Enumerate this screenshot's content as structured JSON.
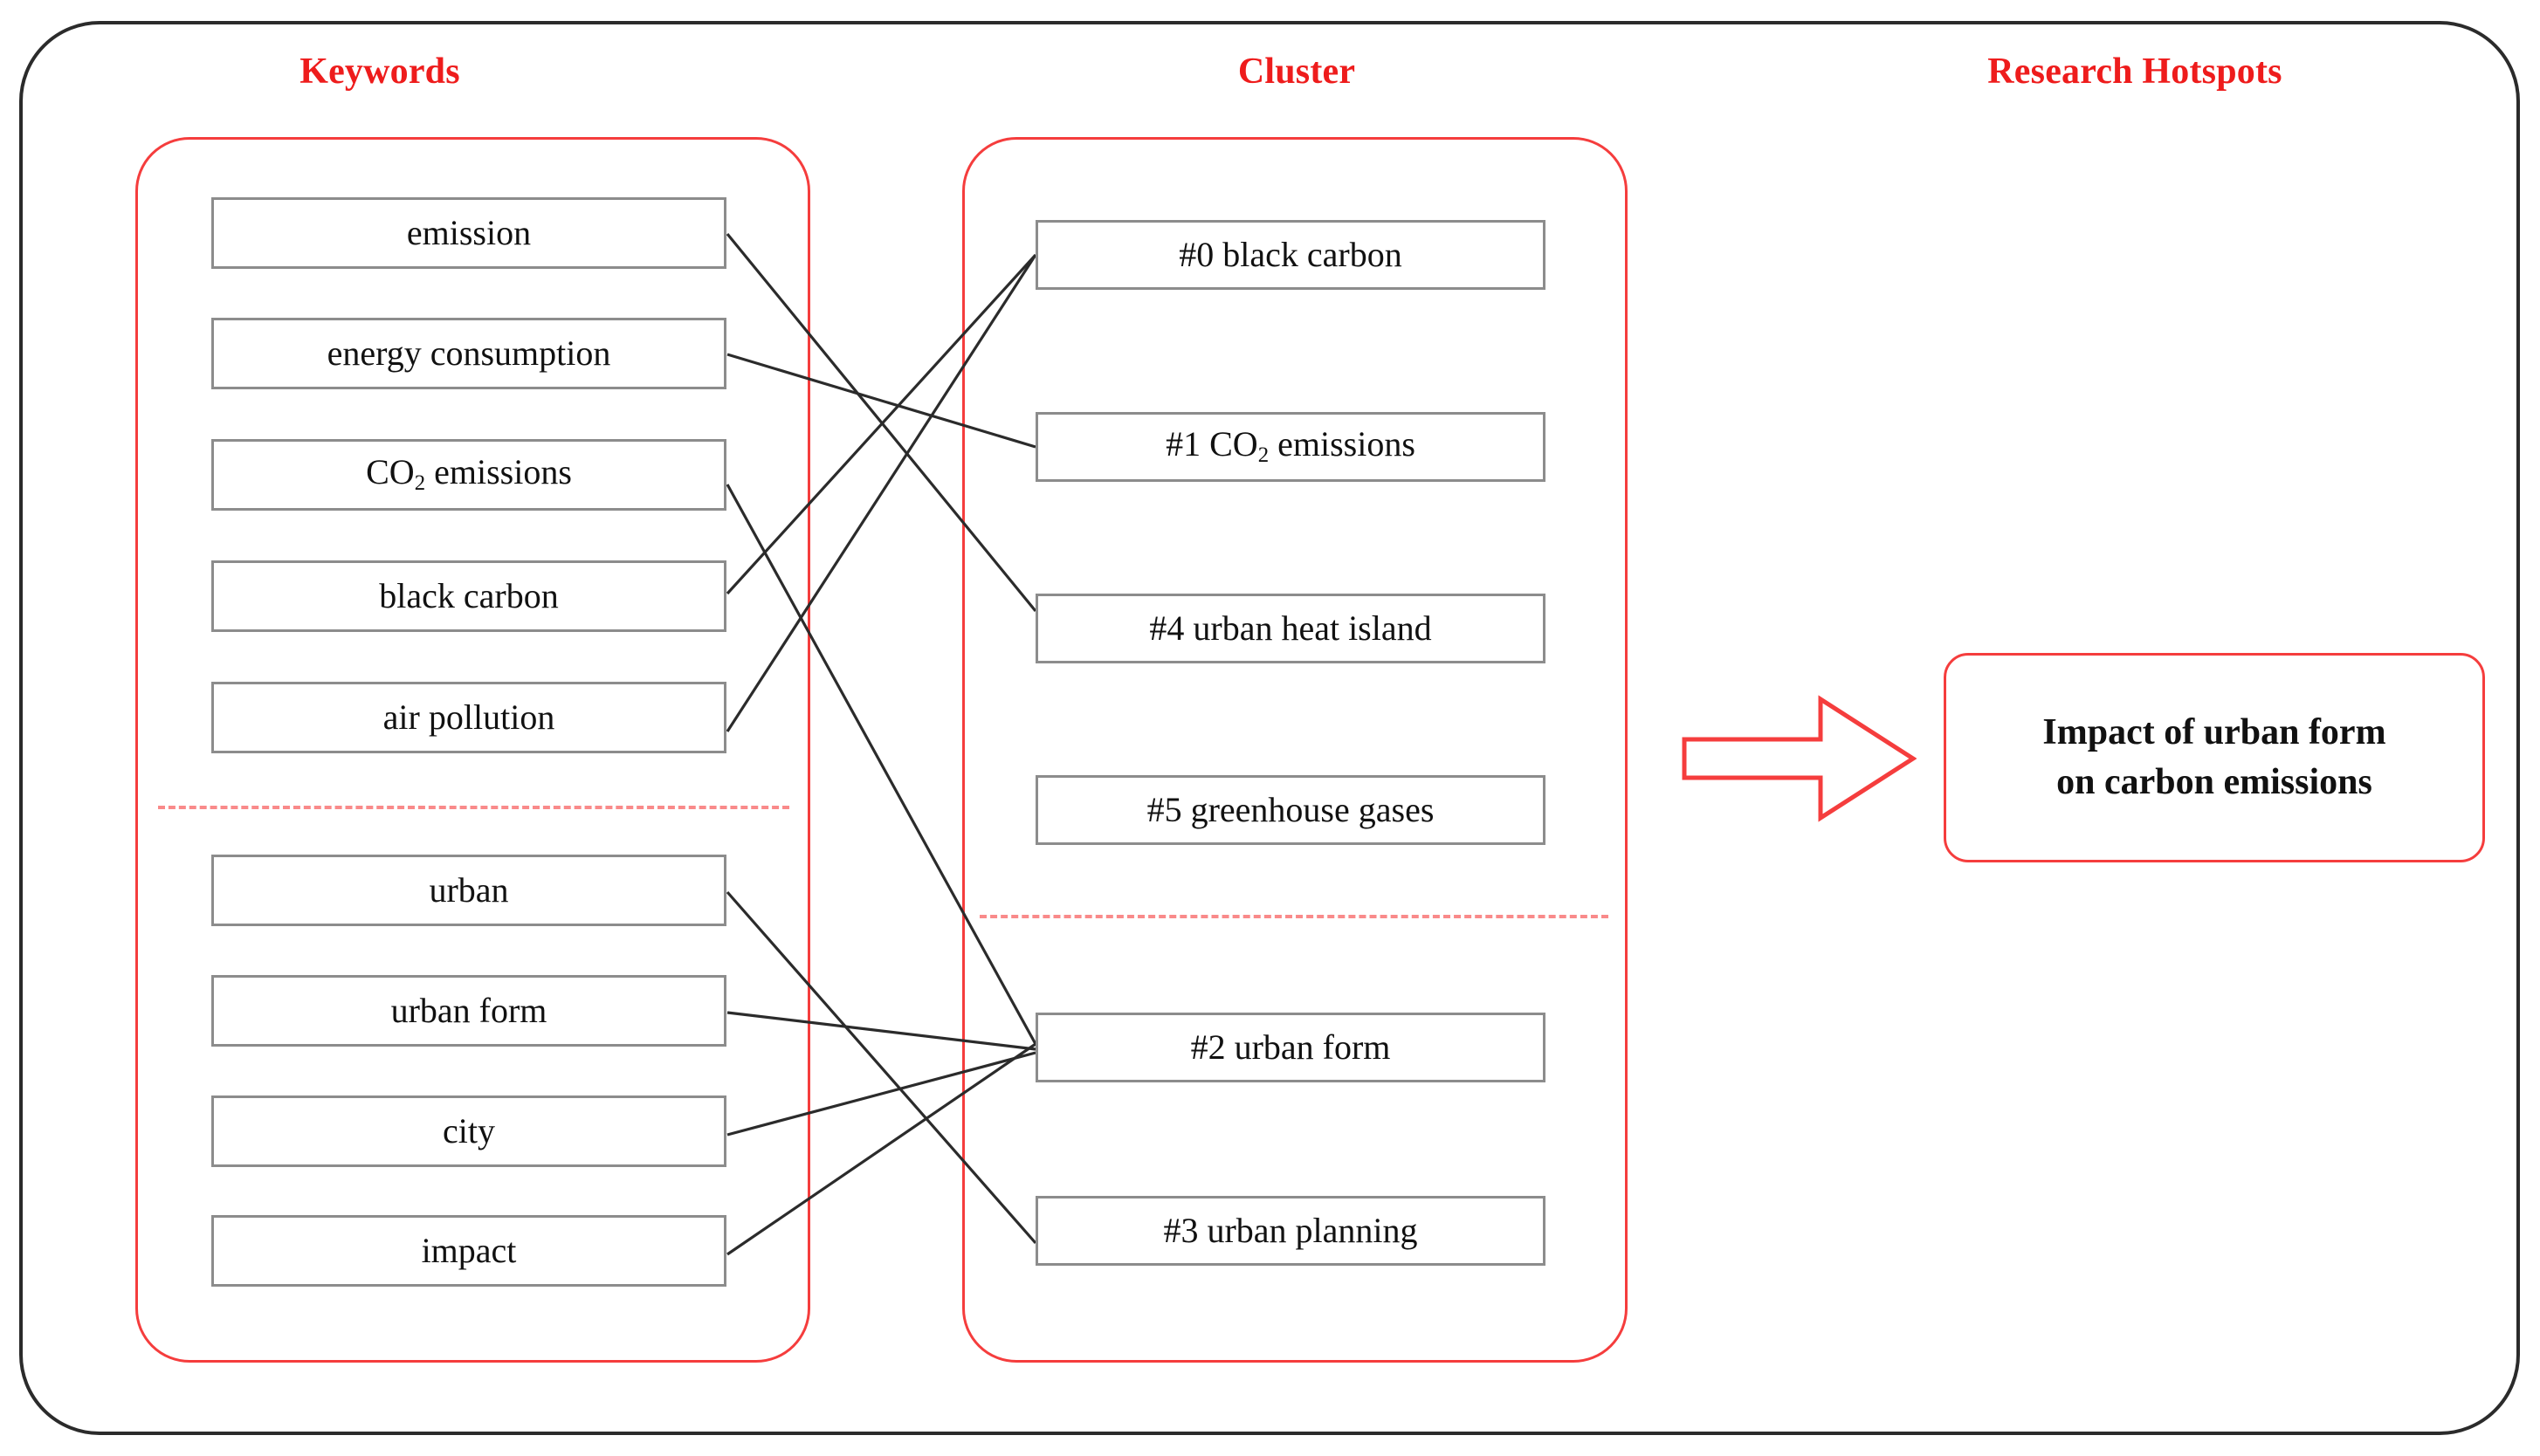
{
  "columns": {
    "keywords_title": "Keywords",
    "cluster_title": "Cluster",
    "hotspots_title": "Research Hotspots"
  },
  "colors": {
    "title_red": "#ee1c1c",
    "panel_red": "#f53d3d",
    "dash_red": "#f98a8a",
    "box_border_gray": "#8c8c8c",
    "frame_black": "#2b2b2b",
    "link_black": "#2b2b2b"
  },
  "keywords": {
    "group_carbon": [
      {
        "id": "kw-emission",
        "label": "emission"
      },
      {
        "id": "kw-energy-consumption",
        "label": "energy consumption"
      },
      {
        "id": "kw-co2-emissions",
        "label_pre": "CO",
        "label_sub": "2",
        "label_post": " emissions",
        "label": "CO2 emissions"
      },
      {
        "id": "kw-black-carbon",
        "label": "black carbon"
      },
      {
        "id": "kw-air-pollution",
        "label": "air pollution"
      }
    ],
    "group_urban": [
      {
        "id": "kw-urban",
        "label": "urban"
      },
      {
        "id": "kw-urban-form",
        "label": "urban form"
      },
      {
        "id": "kw-city",
        "label": "city"
      },
      {
        "id": "kw-impact",
        "label": "impact"
      }
    ]
  },
  "clusters": {
    "group_carbon": [
      {
        "id": "cl-0",
        "label": "#0 black carbon"
      },
      {
        "id": "cl-1",
        "label_pre": "#1 CO",
        "label_sub": "2",
        "label_post": " emissions",
        "label": "#1 CO2 emissions"
      },
      {
        "id": "cl-4",
        "label": "#4 urban heat island"
      },
      {
        "id": "cl-5",
        "label": "#5 greenhouse gases"
      }
    ],
    "group_urban": [
      {
        "id": "cl-2",
        "label": "#2 urban form"
      },
      {
        "id": "cl-3",
        "label": "#3 urban planning"
      }
    ]
  },
  "hotspot": {
    "line1": "Impact of urban form",
    "line2": "on carbon emissions"
  },
  "links": [
    {
      "from": "kw-emission",
      "to": "cl-4"
    },
    {
      "from": "kw-energy-consumption",
      "to": "cl-1"
    },
    {
      "from": "kw-co2-emissions",
      "to": "cl-2"
    },
    {
      "from": "kw-black-carbon",
      "to": "cl-0"
    },
    {
      "from": "kw-air-pollution",
      "to": "cl-0"
    },
    {
      "from": "kw-urban",
      "to": "cl-3"
    },
    {
      "from": "kw-urban-form",
      "to": "cl-2"
    },
    {
      "from": "kw-city",
      "to": "cl-2"
    },
    {
      "from": "kw-impact",
      "to": "cl-3"
    }
  ]
}
